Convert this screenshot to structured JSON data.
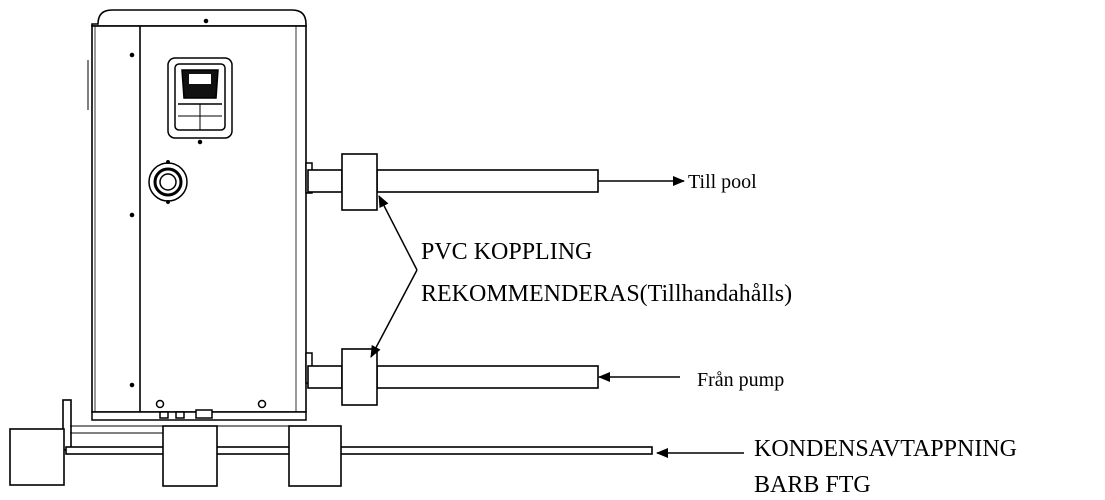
{
  "labels": {
    "to_pool": "Till pool",
    "coupling_line1": "PVC KOPPLING",
    "coupling_line2": "REKOMMENDERAS(Tillhandahålls)",
    "from_pump": "Från pump",
    "drain_line1": "KONDENSAVTAPPNING",
    "drain_line2": "BARB FTG"
  },
  "colors": {
    "stroke": "#000000",
    "fill": "#ffffff"
  }
}
